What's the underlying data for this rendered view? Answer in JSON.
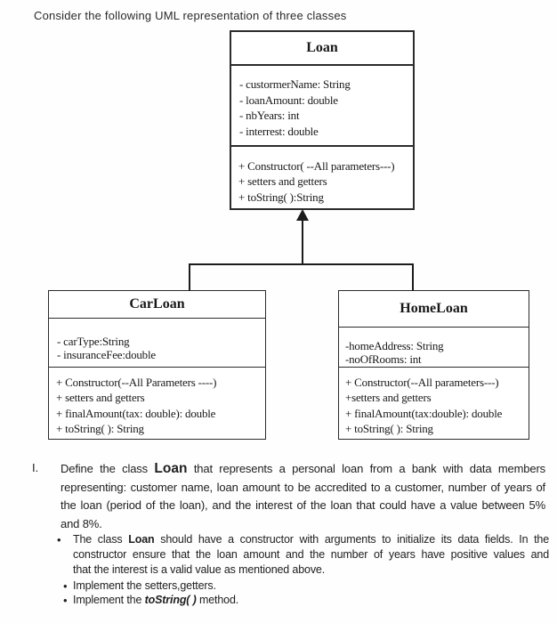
{
  "page": {
    "title": "Consider the following UML representation of three classes"
  },
  "colors": {
    "ink": "#1f1f1f",
    "border": "#2b2b2b",
    "background": "#fefefe"
  },
  "uml": {
    "classes": [
      {
        "name": "Loan",
        "attributes": [
          "- custormerName: String",
          "- loanAmount: double",
          "- nbYears: int",
          "- interrest: double"
        ],
        "methods": [
          "+ Constructor( --All parameters---)",
          "+ setters and getters",
          "+ toString( ):String"
        ]
      },
      {
        "name": "CarLoan",
        "attributes": [
          "- carType:String",
          "- insuranceFee:double"
        ],
        "methods": [
          "+ Constructor(--All Parameters ----)",
          "+ setters and getters",
          "+ finalAmount(tax: double): double",
          "+ toString( ): String"
        ]
      },
      {
        "name": "HomeLoan",
        "attributes": [
          "-homeAddress: String",
          "-noOfRooms: int"
        ],
        "methods": [
          "+ Constructor(--All parameters---)",
          "+setters and getters",
          "+ finalAmount(tax:double): double",
          "+ toString( ): String"
        ]
      }
    ],
    "relation": "CarLoan and HomeLoan inherit from Loan"
  },
  "task": {
    "number": "I.",
    "paragraph_lines": [
      {
        "justify": true,
        "segments": [
          {
            "t": "Define the class "
          },
          {
            "t": "Loan",
            "big": true
          },
          {
            "t": " that represents a personal loan from a bank with data members"
          }
        ]
      },
      {
        "justify": true,
        "segments": [
          {
            "t": "representing: customer name, loan amount to be accredited to a customer, number of years of"
          }
        ]
      },
      {
        "justify": true,
        "segments": [
          {
            "t": "the loan (period of the loan), and the interest of the loan that could have a value between 5%"
          }
        ]
      },
      {
        "segments": [
          {
            "t": "and 8%."
          }
        ]
      }
    ],
    "bullet_glyph": "•",
    "bullets": [
      {
        "lines": [
          {
            "justify": true,
            "segments": [
              {
                "t": "The class "
              },
              {
                "t": "Loan",
                "b": true
              },
              {
                "t": " should have a constructor with arguments to initialize its data fields. In the"
              }
            ]
          },
          {
            "justify": true,
            "segments": [
              {
                "t": "constructor ensure that the loan amount and the number of years have positive values and"
              }
            ]
          },
          {
            "segments": [
              {
                "t": "that the interest is a valid value as mentioned above."
              }
            ]
          }
        ]
      },
      {
        "lines": [
          {
            "segments": [
              {
                "t": "Implement the setters,getters."
              }
            ]
          }
        ]
      },
      {
        "lines": [
          {
            "segments": [
              {
                "t": "Implement the "
              },
              {
                "t": "toString( )",
                "b": true,
                "i": true
              },
              {
                "t": " method."
              }
            ]
          }
        ]
      }
    ]
  }
}
